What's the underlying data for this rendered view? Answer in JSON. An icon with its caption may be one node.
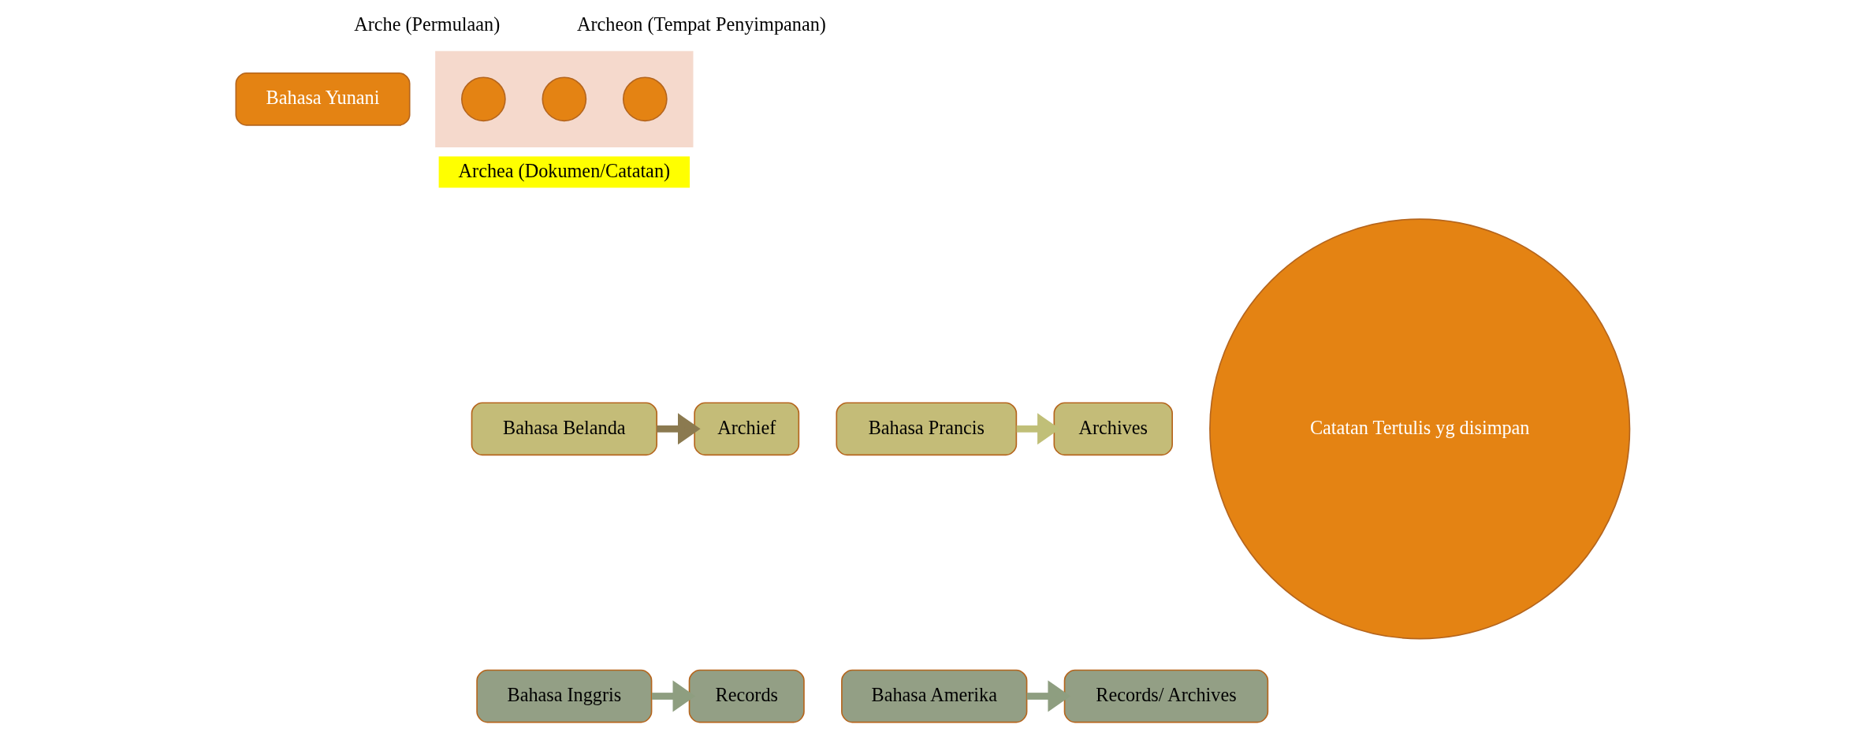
{
  "diagram": {
    "nodes": [
      {
        "text": [
          "Bahasa Yunani"
        ]
      },
      {
        "text": [],
        "shape": "arrow"
      },
      {
        "text": [],
        "shape": "circle",
        "in": 1
      },
      {
        "text": [],
        "shape": "circle",
        "in": 1
      },
      {
        "text": [],
        "shape": "circle",
        "in": 1
      },
      {
        "text": [
          "Bahasa Belanda"
        ]
      },
      {
        "text": [
          "Archief"
        ]
      },
      {
        "text": [
          "Bahasa Prancis"
        ]
      },
      {
        "text": [
          "Archives"
        ]
      },
      {
        "text": [
          "Catatan Tertulis yg disimpan"
        ]
      },
      {
        "text": [
          "Bahasa Inggris"
        ]
      },
      {
        "text": [
          "Records"
        ]
      },
      {
        "text": [
          "Bahasa Amerika"
        ]
      },
      {
        "text": [
          "Records/ Archives"
        ]
      }
    ],
    "edges": [
      {
        "from": 5,
        "to": 6,
        "arrow": "to",
        "color": "#8b7a50"
      },
      {
        "from": 7,
        "to": 8,
        "arrow": "to",
        "color": "#c0bf78"
      },
      {
        "from": 10,
        "to": 11,
        "arrow": "to"
      },
      {
        "from": 12,
        "to": 13,
        "arrow": "to"
      }
    ],
    "labels": [
      "Arche (Permulaan)",
      "Archeon (Tempat Penyimpanan)",
      "Archea (Dokumen/Catatan)"
    ]
  }
}
